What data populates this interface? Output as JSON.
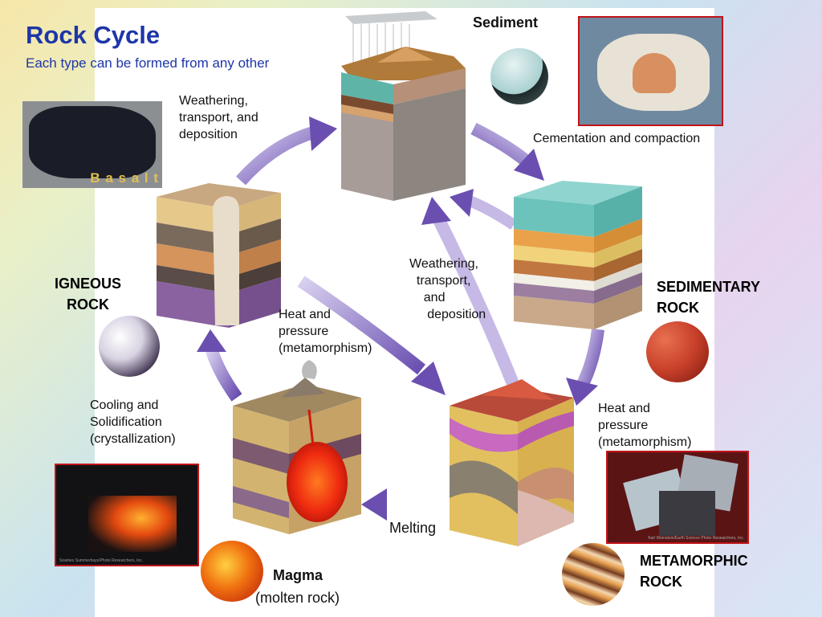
{
  "header": {
    "title": "Rock Cycle",
    "subtitle": "Each type can be formed from any other"
  },
  "labels": {
    "sediment": "Sediment",
    "cementation": "Cementation and compaction",
    "weathering_left": "Weathering,\ntransport, and\ndeposition",
    "weathering_center": "Weathering,\n  transport,\n    and\n     deposition",
    "heat_center": "Heat and\npressure\n(metamorphism)",
    "heat_right": "Heat and\npressure\n(metamorphism)",
    "cooling": "Cooling and\nSolidification\n(crystallization)",
    "melting": "Melting",
    "magma_title": "Magma",
    "magma_sub": "(molten rock)"
  },
  "rock_types": {
    "igneous": "IGNEOUS\nROCK",
    "sedimentary": "SEDIMENTARY\nROCK",
    "metamorphic": "METAMORPHIC\nROCK"
  },
  "photos": {
    "basalt_caption": "B a s a l t",
    "volcano_credit": "Soames Summerhays/Photo Researchers, Inc.",
    "metamorphic_credit": "Karl Weinstein/Earth Science Photo Researchers, Inc."
  },
  "colors": {
    "title": "#1d36a8",
    "arrow": "#6a4fb0",
    "photo_border": "#c0141a",
    "basalt_caption": "#e0c050"
  }
}
